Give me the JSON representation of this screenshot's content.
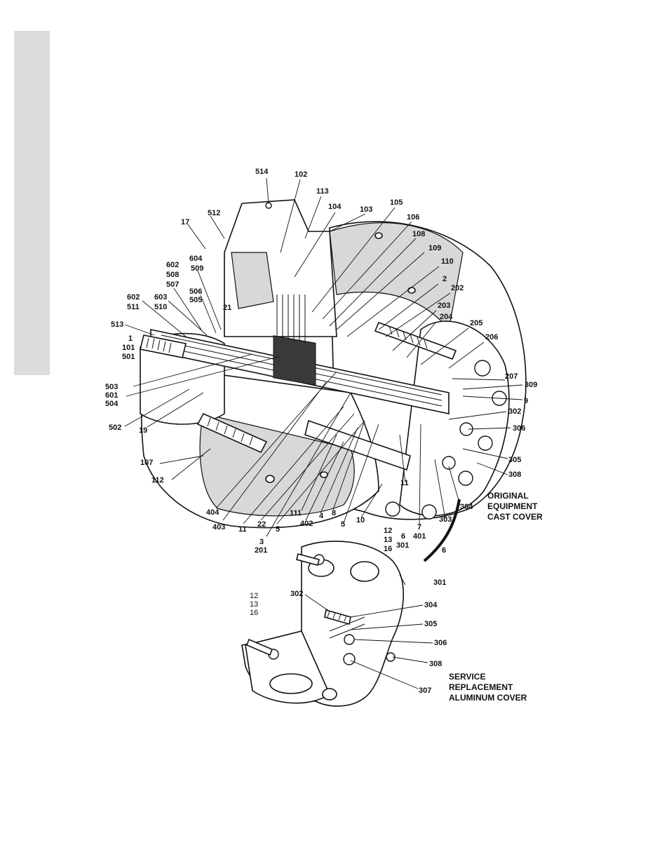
{
  "part_labels": {
    "l514": "514",
    "l102": "102",
    "l113": "113",
    "l104": "104",
    "l103": "103",
    "l105": "105",
    "l106": "106",
    "l108": "108",
    "l109": "109",
    "l110": "110",
    "l2": "2",
    "l202": "202",
    "l203": "203",
    "l204": "204",
    "l205": "205",
    "l206": "206",
    "l207": "207",
    "l309": "309",
    "l9": "9",
    "l302": "302",
    "l306": "306",
    "l305": "305",
    "l308": "308",
    "l304": "304",
    "l303": "303",
    "l512": "512",
    "l17": "17",
    "l604": "604",
    "l509": "509",
    "l602a": "602",
    "l508": "508",
    "l507": "507",
    "l506": "506",
    "l505": "505",
    "l21": "21",
    "l602b": "602",
    "l511": "511",
    "l603": "603",
    "l510": "510",
    "l513": "513",
    "l1": "1",
    "l101": "101",
    "l501": "501",
    "l503": "503",
    "l601": "601",
    "l504": "504",
    "l502": "502",
    "l19": "19",
    "l107": "107",
    "l112": "112",
    "l404": "404",
    "l403": "403",
    "l11a": "11",
    "l22": "22",
    "l5a": "5",
    "l3": "3",
    "l201": "201",
    "l111": "111",
    "l402": "402",
    "l4": "4",
    "l8": "8",
    "l5b": "5",
    "l10": "10",
    "l11b": "11",
    "l12a": "12",
    "l13a": "13",
    "l16a": "16",
    "l6a": "6",
    "l301a": "301",
    "l7": "7",
    "l401": "401",
    "l6b": "6",
    "l301b": "301",
    "l12b": "12",
    "l13b": "13",
    "l16b": "16",
    "l302b": "302",
    "l304b": "304",
    "l305b": "305",
    "l306b": "306",
    "l308b": "308",
    "l307": "307"
  },
  "captions": {
    "original": [
      "ORIGINAL",
      "EQUIPMENT",
      "CAST COVER"
    ],
    "service": [
      "SERVICE",
      "REPLACEMENT",
      "ALUMINUM COVER"
    ]
  }
}
